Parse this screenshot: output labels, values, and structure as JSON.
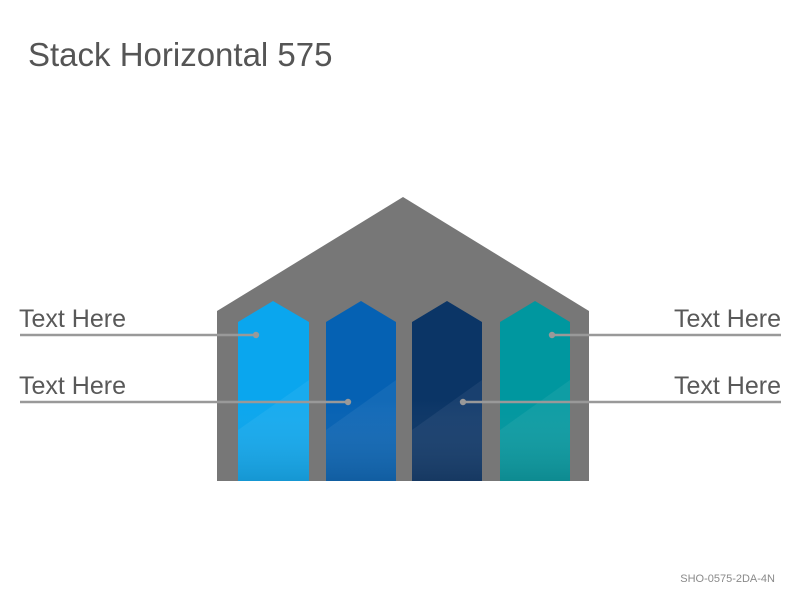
{
  "title": "Stack Horizontal 575",
  "footer_code": "SHO-0575-2DA-4N",
  "labels": {
    "top_left": "Text Here",
    "bottom_left": "Text Here",
    "top_right": "Text Here",
    "bottom_right": "Text Here"
  },
  "colors": {
    "house": "#777777",
    "column_1": "#0aa6ee",
    "column_2": "#0561b3",
    "column_3": "#0b3566",
    "column_4": "#00979f",
    "leader_line": "#999999",
    "text": "#595959"
  }
}
